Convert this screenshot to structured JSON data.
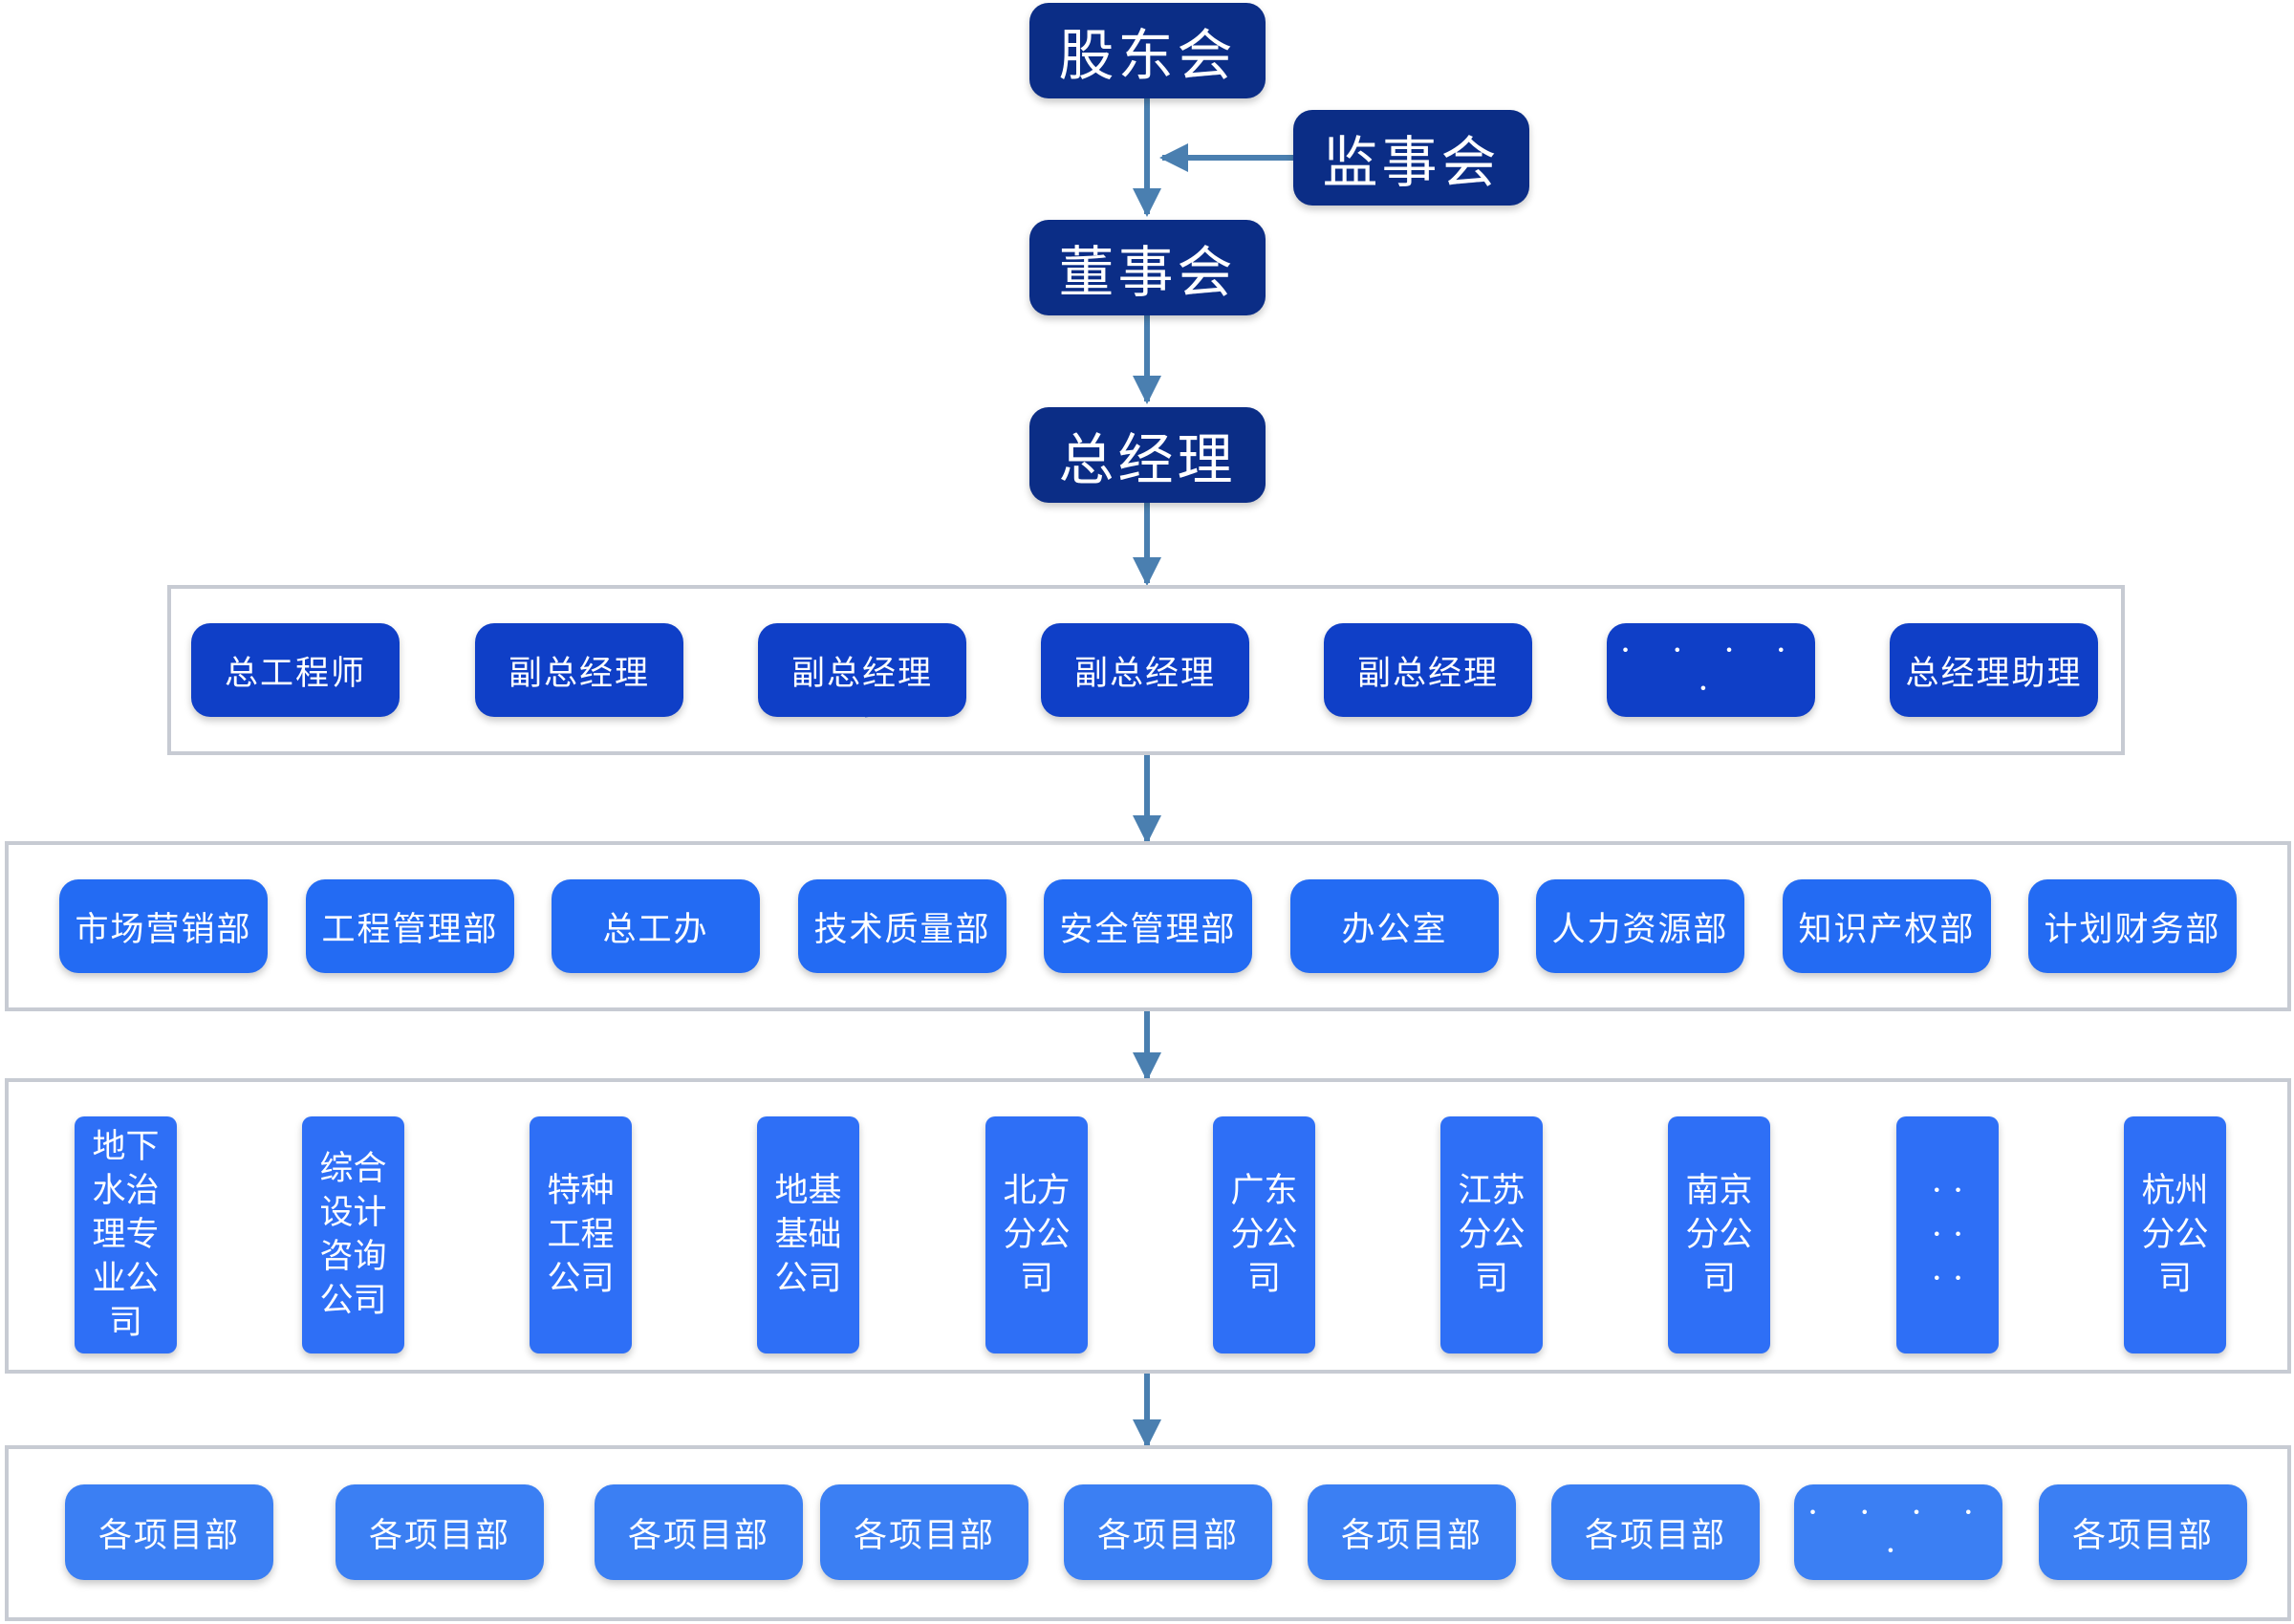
{
  "top": {
    "shareholders": "股东会",
    "supervisors": "监事会",
    "board": "董事会",
    "gm": "总经理"
  },
  "tier1": [
    "总工程师",
    "副总经理",
    "副总经理",
    "副总经理",
    "副总经理",
    "· · · · ·",
    "总经理助理"
  ],
  "tier2": [
    "市场营销部",
    "工程管理部",
    "总工办",
    "技术质量部",
    "安全管理部",
    "办公室",
    "人力资源部",
    "知识产权部",
    "计划财务部"
  ],
  "tier3": [
    [
      "地下",
      "水治",
      "理专",
      "业公",
      "司"
    ],
    [
      "综合",
      "设计",
      "咨询",
      "公司"
    ],
    [
      "特种",
      "工程",
      "公司"
    ],
    [
      "地基",
      "基础",
      "公司"
    ],
    [
      "北方",
      "分公",
      "司"
    ],
    [
      "广东",
      "分公",
      "司"
    ],
    [
      "江苏",
      "分公",
      "司"
    ],
    [
      "南京",
      "分公",
      "司"
    ],
    [
      "· ·",
      "· ·",
      "· ·"
    ],
    [
      "杭州",
      "分公",
      "司"
    ]
  ],
  "tier4": [
    "各项目部",
    "各项目部",
    "各项目部",
    "各项目部",
    "各项目部",
    "各项目部",
    "各项目部",
    "· · · · ·",
    "各项目部"
  ],
  "colors": {
    "top": "#0b2d86",
    "tier1": "#0f3fc7",
    "tier2": "#236bf3",
    "tier3": "#2e6ff6",
    "tier4": "#3b7ff3",
    "connector": "#4a7fb0",
    "frame": "#c7cbd3"
  }
}
